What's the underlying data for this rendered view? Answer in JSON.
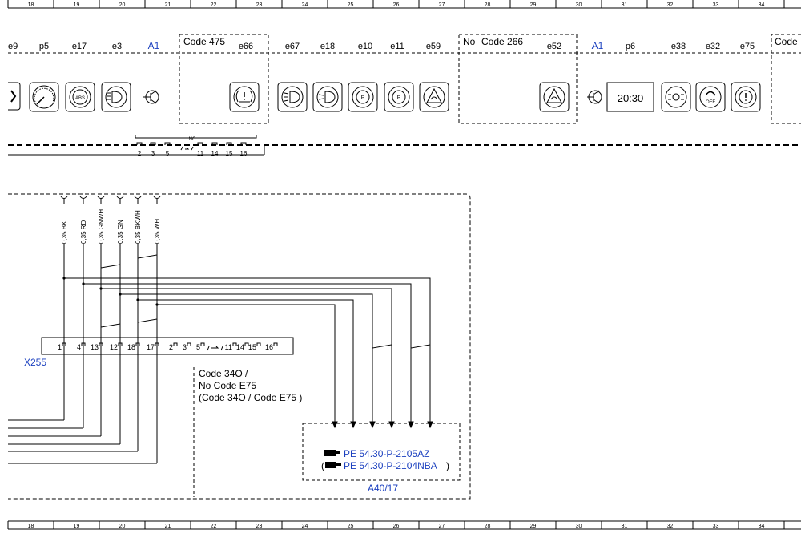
{
  "grid_columns": [
    "18",
    "19",
    "20",
    "21",
    "22",
    "23",
    "24",
    "25",
    "26",
    "27",
    "28",
    "29",
    "30",
    "31",
    "32",
    "33",
    "34"
  ],
  "component_labels": [
    "e9",
    "p5",
    "e17",
    "e3",
    "A1",
    "e66",
    "e67",
    "e18",
    "e10",
    "e11",
    "e59",
    "e52",
    "A1",
    "p6",
    "e38",
    "e32",
    "e75"
  ],
  "code_boxes": {
    "code475": "Code 475",
    "no": "No",
    "code266": "Code 266",
    "code_right": "Code"
  },
  "icons": {
    "abs": "ABS",
    "park1": "P",
    "park2": "P",
    "off": "OFF",
    "display_time": "20:30"
  },
  "upper_connector": {
    "nc": "NC",
    "pins": [
      "2",
      "3",
      "5",
      "11",
      "14",
      "15",
      "16"
    ]
  },
  "wires": [
    {
      "label": "0,35 BK"
    },
    {
      "label": "0,35 RD"
    },
    {
      "label": "0,35 GNWH"
    },
    {
      "label": "0,35 GN"
    },
    {
      "label": "0,35 BKWH"
    },
    {
      "label": "0,35 WH"
    }
  ],
  "connector_x255": {
    "name": "X255",
    "pins_used": [
      "1",
      "4",
      "13",
      "12",
      "18",
      "17"
    ],
    "pins_unused": [
      "2",
      "3",
      "5",
      "11",
      "14",
      "15",
      "16"
    ]
  },
  "code_note": {
    "line1": "Code 34O  /",
    "line2": "No  Code E75",
    "line3": "(Code 34O  / Code E75 )"
  },
  "module": {
    "name": "A40/17",
    "ref1": "PE 54.30-P-2105AZ",
    "ref2": "PE 54.30-P-2104NBA",
    "ref2_prefix": "(",
    "ref2_suffix": ")"
  }
}
